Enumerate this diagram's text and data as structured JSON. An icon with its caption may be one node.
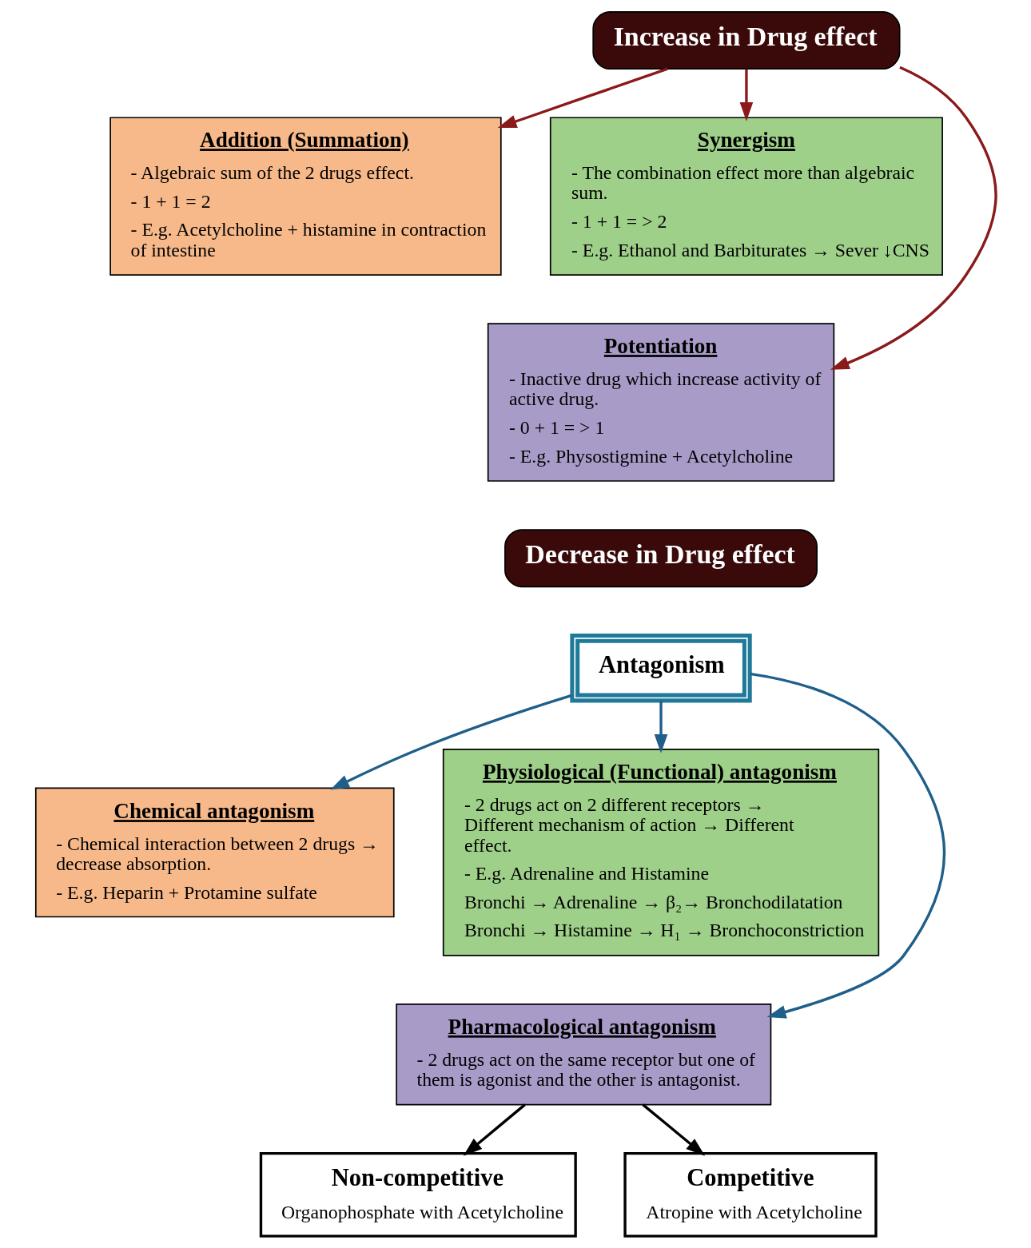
{
  "diagram": {
    "nodes": [
      {
        "text": [
          "Increase in Drug effect"
        ]
      },
      {
        "text": [
          "Addition (Summation)",
          "- Algebraic sum of the 2 drugs effect.",
          "- 1 + 1 = 2",
          "- E.g. Acetylcholine + histamine in contraction of intestine"
        ]
      },
      {
        "text": [
          "Synergism",
          "- The combination effect more than algebraic sum.",
          "- 1 + 1 = > 2",
          "- E.g. Ethanol and Barbiturates → Sever ↓CNS"
        ]
      },
      {
        "text": [
          "Potentiation",
          "- Inactive drug which increase activity of active drug.",
          "- 0 + 1 = > 1",
          "- E.g. Physostigmine + Acetylcholine"
        ]
      },
      {
        "text": [
          "Decrease in Drug effect"
        ]
      },
      {
        "text": [
          "Antagonism"
        ]
      },
      {
        "text": [
          "Chemical antagonism",
          "- Chemical interaction between 2 drugs → decrease absorption.",
          "- E.g. Heparin + Protamine sulfate"
        ]
      },
      {
        "text": [
          "Physiological (Functional) antagonism",
          "- 2 drugs act on 2 different receptors → Different mechanism of action → Different effect.",
          "- E.g. Adrenaline and Histamine",
          "Bronchi → Adrenaline → β₂→ Bronchodilatation",
          "Bronchi → Histamine → H₁ → Bronchoconstriction"
        ]
      },
      {
        "text": [
          "Pharmacological antagonism",
          "- 2 drugs act on the same receptor but one of them is agonist and the other is antagonist."
        ]
      },
      {
        "text": [
          "Non-competitive",
          "Organophosphate with Acetylcholine"
        ]
      },
      {
        "text": [
          "Competitive",
          "Atropine with Acetylcholine"
        ]
      }
    ],
    "edges": [
      {
        "from": 0,
        "to": 1,
        "arrow": "to",
        "color": "#8b1a1a"
      },
      {
        "from": 0,
        "to": 3,
        "arrow": "to",
        "color": "#8b1a1a"
      },
      {
        "from": 0,
        "to": 2,
        "arrow": "to",
        "color": "#8b1a1a"
      },
      {
        "from": 5,
        "to": 6,
        "arrow": "to",
        "color": "#1f5f8a"
      },
      {
        "from": 5,
        "to": 8,
        "arrow": "to",
        "color": "#1f5f8a"
      },
      {
        "from": 5,
        "to": 7,
        "arrow": "to",
        "color": "#1f5f8a"
      },
      {
        "from": 8,
        "to": 9,
        "arrow": "to",
        "color": "#000000"
      },
      {
        "from": 8,
        "to": 10,
        "arrow": "to",
        "color": "#000000"
      }
    ]
  }
}
